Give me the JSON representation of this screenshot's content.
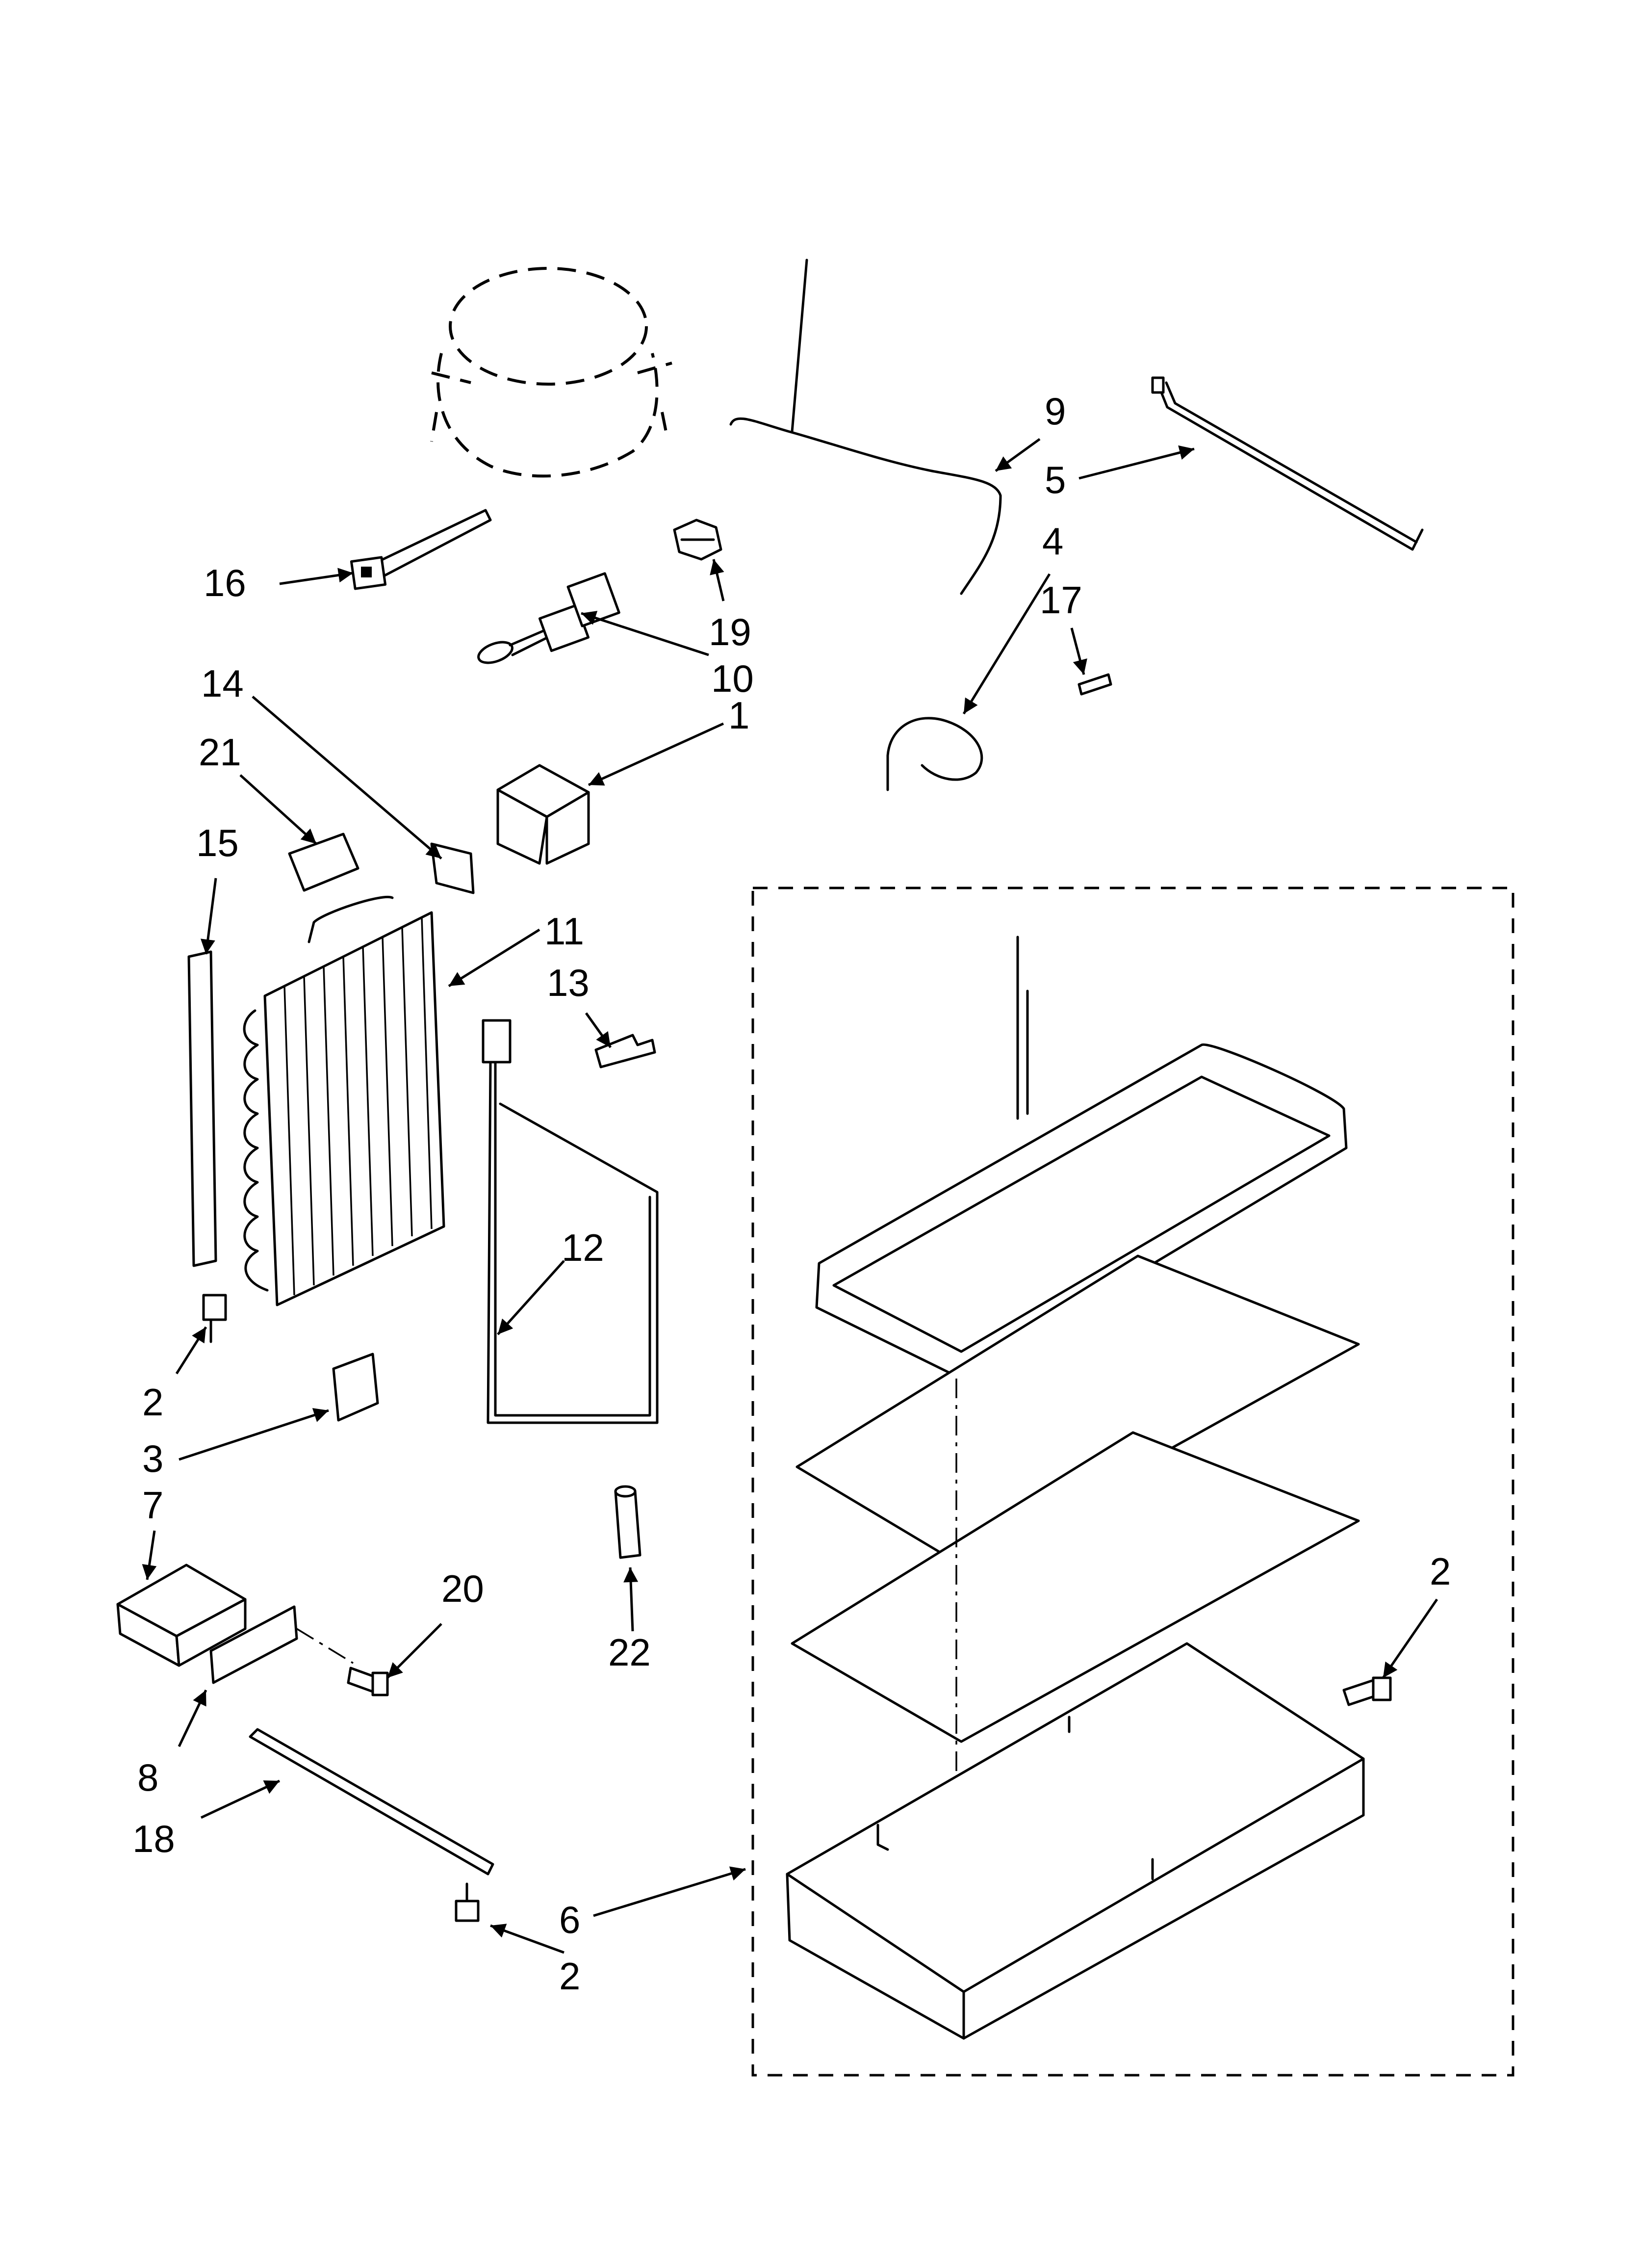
{
  "callouts": {
    "c1": "1",
    "c2a": "2",
    "c2b": "2",
    "c2c": "2",
    "c3": "3",
    "c4": "4",
    "c5": "5",
    "c6": "6",
    "c7": "7",
    "c8": "8",
    "c9": "9",
    "c10": "10",
    "c11": "11",
    "c12": "12",
    "c13": "13",
    "c14": "14",
    "c15": "15",
    "c16": "16",
    "c17": "17",
    "c18": "18",
    "c19": "19",
    "c20": "20",
    "c21": "21",
    "c22": "22"
  }
}
